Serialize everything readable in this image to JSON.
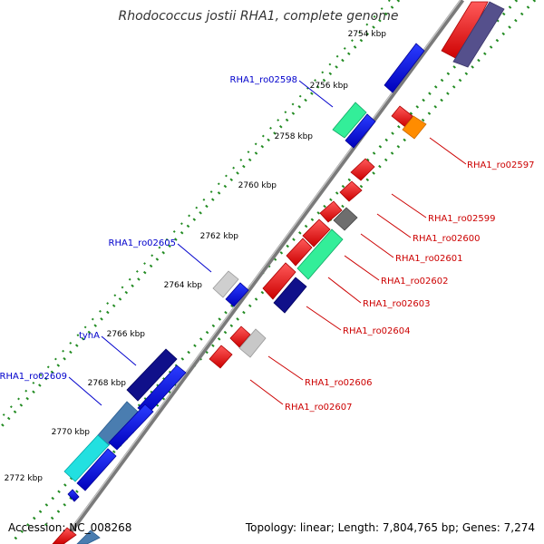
{
  "header": {
    "title": "Rhodococcus jostii RHA1, complete genome"
  },
  "footer": {
    "accession": "Accession: NC_008268",
    "stats": "Topology: linear; Length: 7,804,765 bp; Genes: 7,274"
  },
  "colors": {
    "forward_strand": "#0000ee",
    "reverse_strand": "#ee0000",
    "forward_label": "#0000cc",
    "reverse_label": "#cc0000",
    "axis": "#888888",
    "tick_dots": "#228b22"
  },
  "axis": {
    "ticks": [
      "2754 kbp",
      "2756 kbp",
      "2758 kbp",
      "2760 kbp",
      "2762 kbp",
      "2764 kbp",
      "2766 kbp",
      "2768 kbp",
      "2770 kbp",
      "2772 kbp"
    ]
  },
  "genes": {
    "forward_labels": [
      "RHA1_ro02598",
      "RHA1_ro02605",
      "tynA",
      "RHA1_ro02609"
    ],
    "reverse_labels": [
      "RHA1_ro02597",
      "RHA1_ro02599",
      "RHA1_ro02600",
      "RHA1_ro02601",
      "RHA1_ro02602",
      "RHA1_ro02603",
      "RHA1_ro02604",
      "RHA1_ro02606",
      "RHA1_ro02607"
    ]
  }
}
